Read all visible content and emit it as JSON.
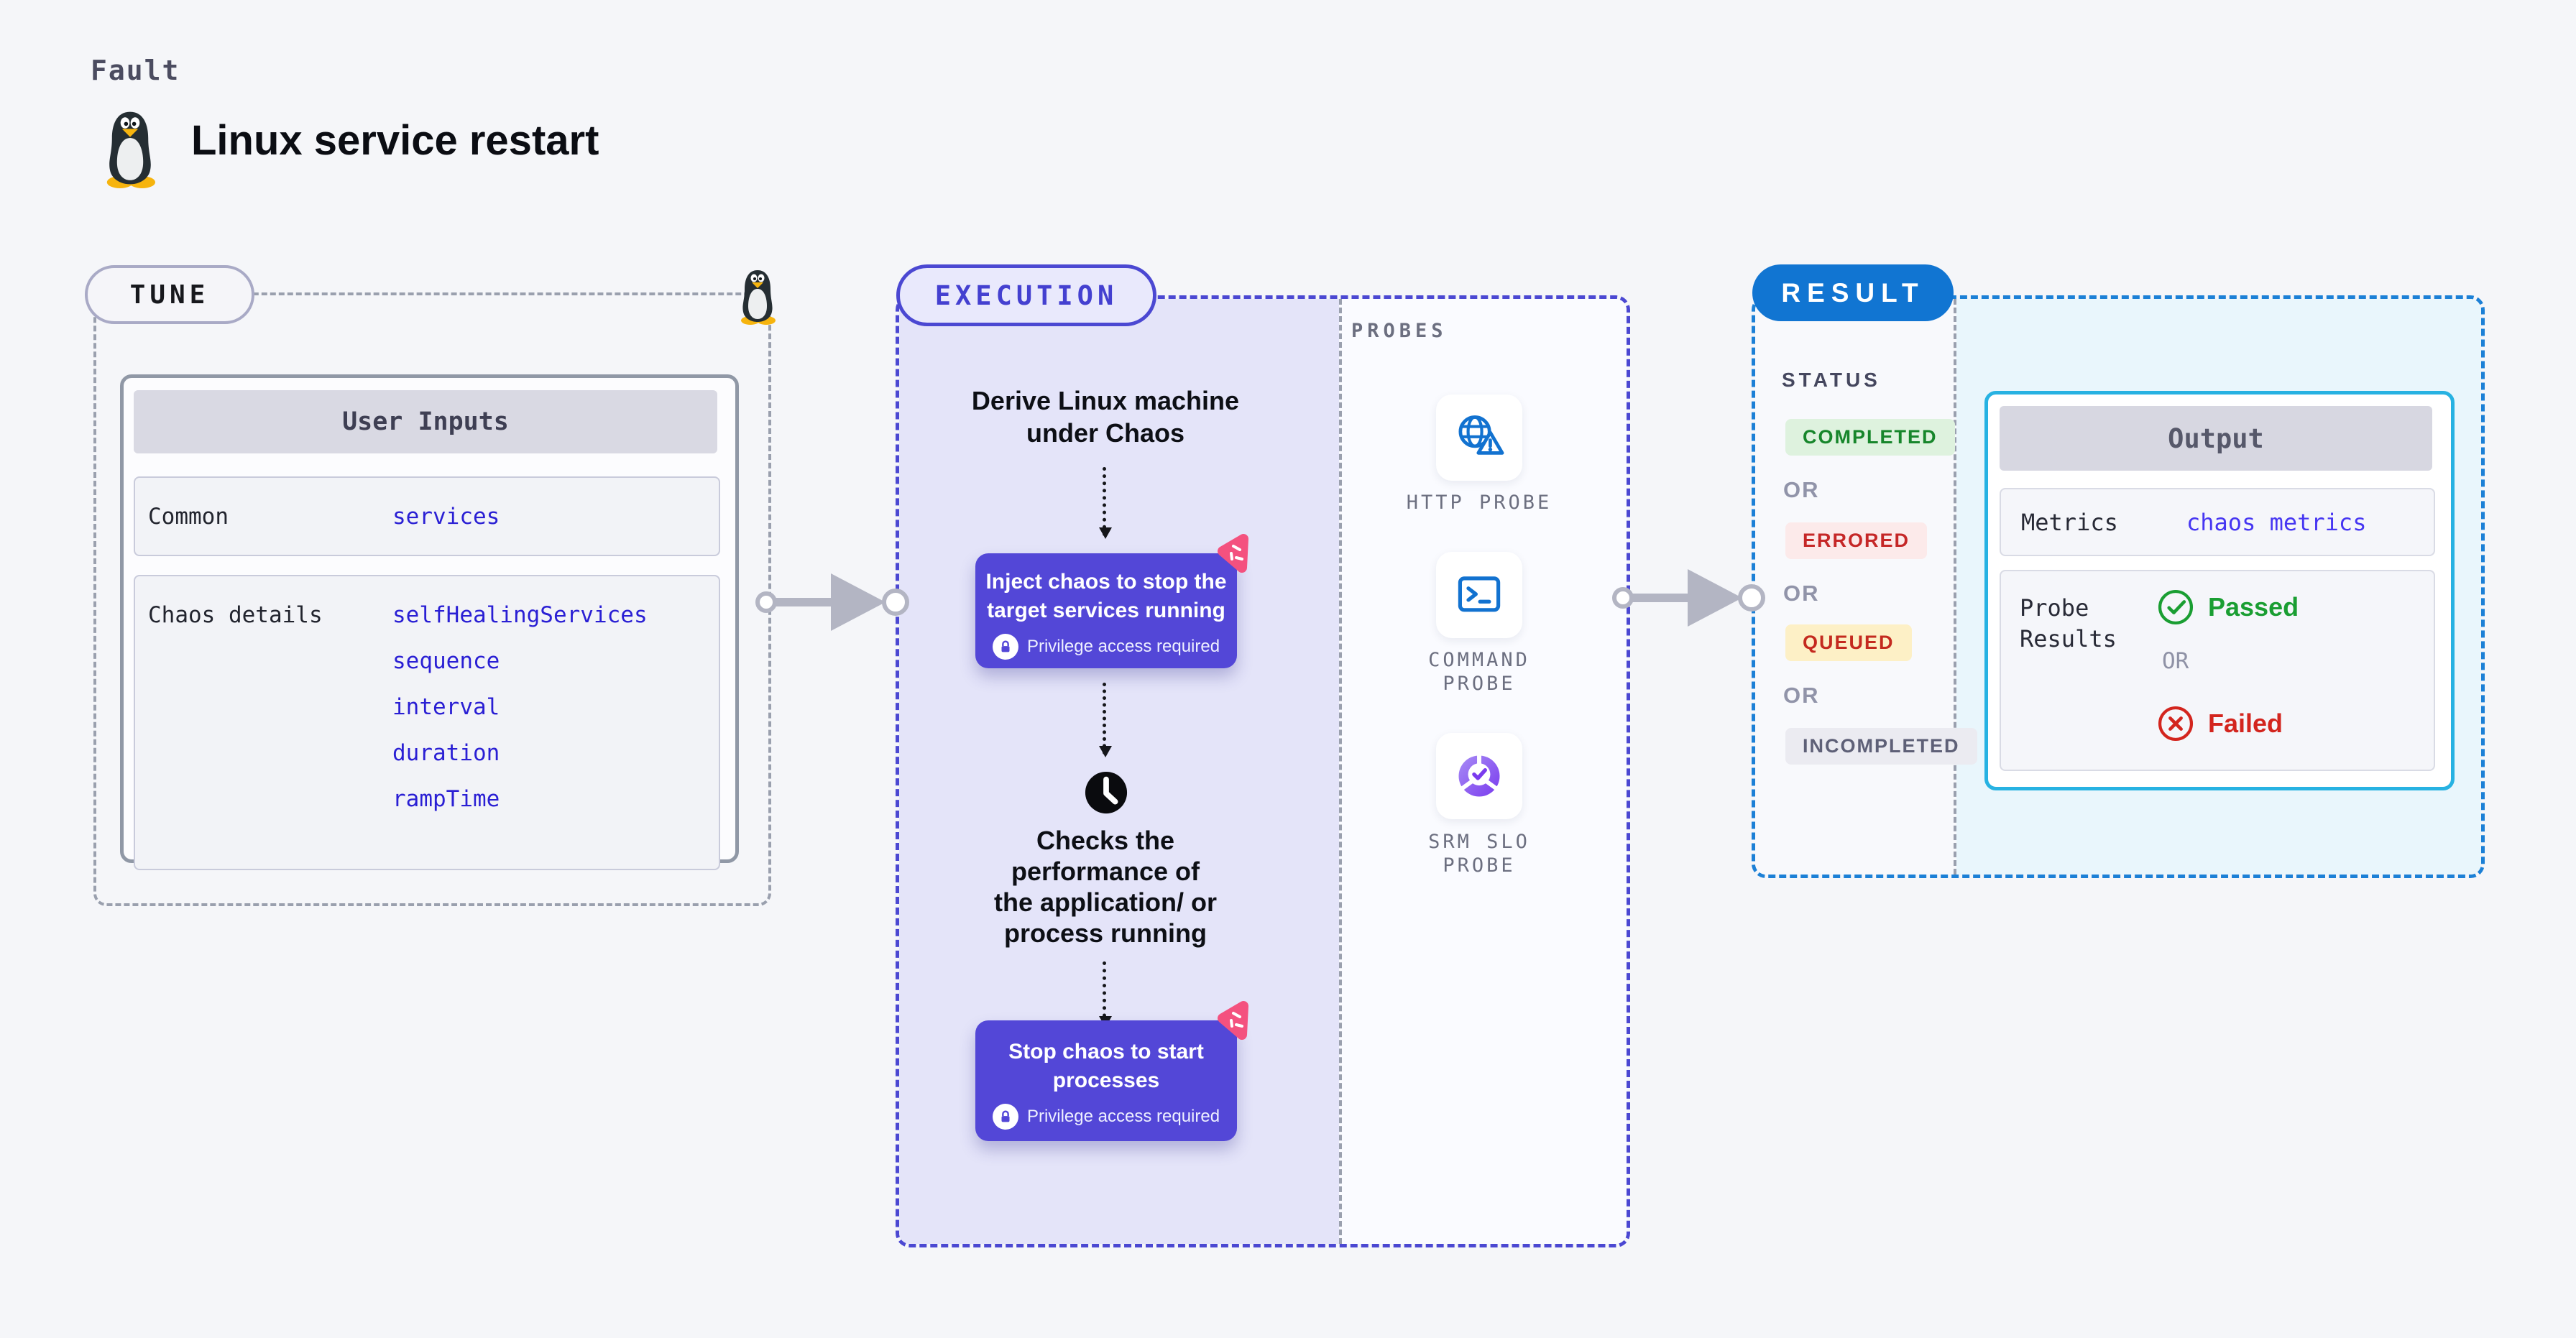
{
  "page": {
    "kicker": "Fault",
    "title": "Linux service restart"
  },
  "colors": {
    "page_bg": "#f5f6f9",
    "indigo_accent": "#4b48d2",
    "chaos_box_purple": "#5347d7",
    "execution_bg": "#e4e4f9",
    "result_blue": "#1175d2",
    "output_border_cyan": "#27b2e2",
    "link_indigo": "#2a1fd4",
    "passed_green": "#1a9e32",
    "failed_red": "#d3251e",
    "queued_yellow_bg": "#fdf0c6",
    "chaos_icon_pink": "#f4517f",
    "arrow_gray": "#b3b5c3"
  },
  "icons": {
    "header": "tux-penguin-icon",
    "tune_corner": "tux-penguin-icon",
    "chaos_step": "chaos-spark-icon",
    "privilege": "lock-icon",
    "wait": "clock-icon",
    "http_probe": "globe-alert-icon",
    "command_probe": "terminal-icon",
    "srm_probe": "slo-donut-check-icon",
    "passed": "check-circle-icon",
    "failed": "x-circle-icon"
  },
  "tune": {
    "badge": "TUNE",
    "user_inputs": {
      "header": "User Inputs",
      "rows": [
        {
          "label": "Common",
          "values": [
            "services"
          ]
        },
        {
          "label": "Chaos details",
          "values": [
            "selfHealingServices",
            "sequence",
            "interval",
            "duration",
            "rampTime"
          ]
        }
      ]
    }
  },
  "execution": {
    "badge": "EXECUTION",
    "derive_lines": [
      "Derive Linux machine",
      "under Chaos"
    ],
    "inject": {
      "lines": [
        "Inject chaos to stop the",
        "target services running"
      ],
      "note": "Privilege access required"
    },
    "checks_lines": [
      "Checks the",
      "performance of",
      "the application/ or",
      "process running"
    ],
    "stop": {
      "lines": [
        "Stop chaos to start",
        "processes"
      ],
      "note": "Privilege access required"
    }
  },
  "probes": {
    "label": "PROBES",
    "items": [
      {
        "lines": [
          "HTTP PROBE",
          ""
        ]
      },
      {
        "lines": [
          "COMMAND",
          "PROBE"
        ]
      },
      {
        "lines": [
          "SRM SLO",
          "PROBE"
        ]
      }
    ]
  },
  "result": {
    "badge": "RESULT",
    "status": {
      "label": "STATUS",
      "or": "OR",
      "items": [
        "COMPLETED",
        "ERRORED",
        "QUEUED",
        "INCOMPLETED"
      ]
    },
    "output": {
      "header": "Output",
      "metrics_label": "Metrics",
      "metrics_value": "chaos metrics",
      "probe_results_label": "Probe Results",
      "passed": "Passed",
      "or": "OR",
      "failed": "Failed"
    }
  }
}
